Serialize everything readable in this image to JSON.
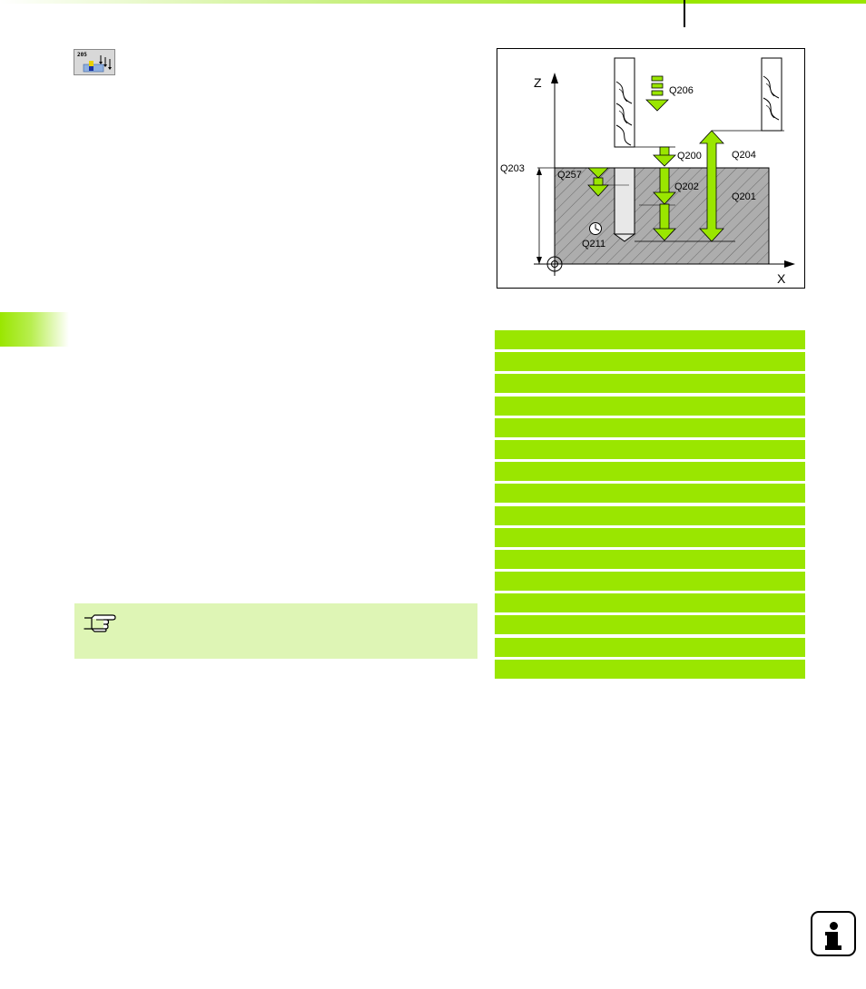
{
  "colors": {
    "accent_green": "#9ae600",
    "note_background": "#def5b5",
    "header_gradient_start": "#ffffff",
    "header_gradient_end": "#9ae600"
  },
  "cycle_icon": {
    "number": "205",
    "icon": "deep-drilling-cycle-icon"
  },
  "figure": {
    "axis_z": "Z",
    "axis_x": "X",
    "labels": {
      "q206": "Q206",
      "q200": "Q200",
      "q204": "Q204",
      "q203": "Q203",
      "q257": "Q257",
      "q202": "Q202",
      "q201": "Q201",
      "q211": "Q211"
    }
  },
  "parameter_bars": {
    "count": 16
  },
  "note": {
    "icon": "pointing-hand-icon"
  },
  "info_button": {
    "icon": "info-icon"
  }
}
